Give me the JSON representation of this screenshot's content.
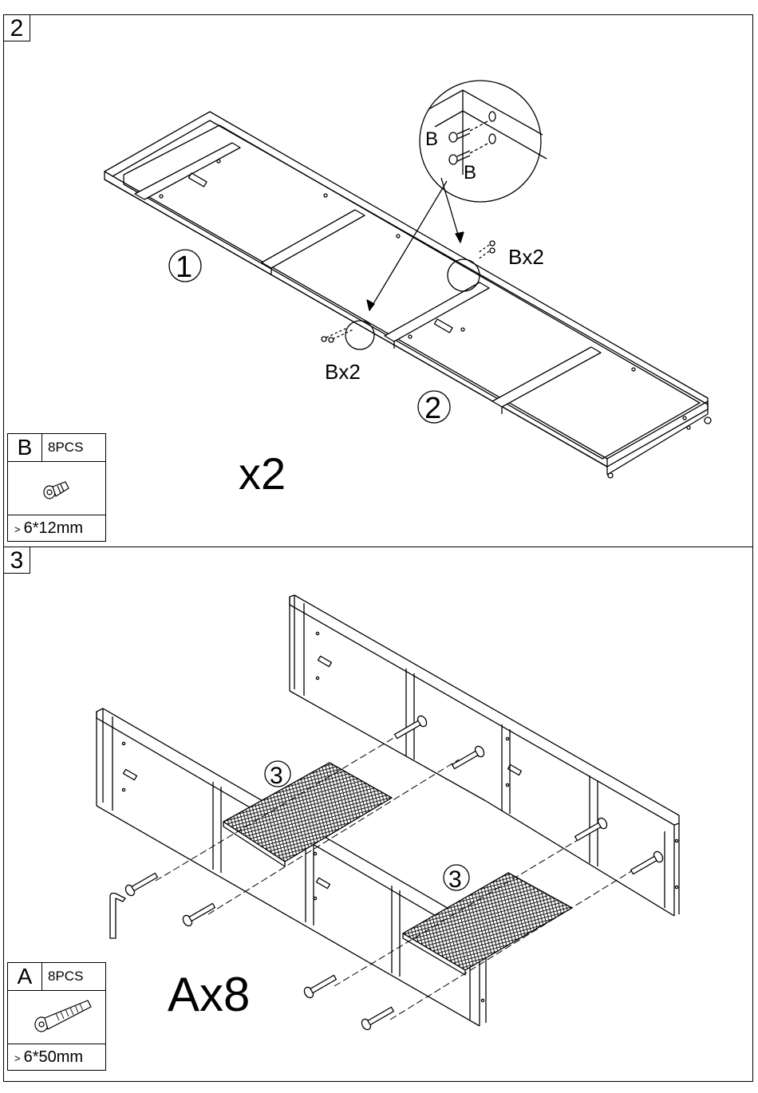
{
  "step2": {
    "number": "2",
    "multiplier": "x2",
    "callout_left": "Bx2",
    "callout_right": "Bx2",
    "detail_labels": [
      "B",
      "B"
    ],
    "frame_label_1": "1",
    "frame_label_2": "2",
    "part": {
      "letter": "B",
      "quantity": "8PCS",
      "size": "6*12mm",
      "icon": "bolt-short-icon"
    }
  },
  "step3": {
    "number": "3",
    "multiplier": "Ax8",
    "shelf_labels": [
      "3",
      "3"
    ],
    "part": {
      "letter": "A",
      "quantity": "8PCS",
      "size": "6*50mm",
      "icon": "bolt-long-icon"
    }
  }
}
